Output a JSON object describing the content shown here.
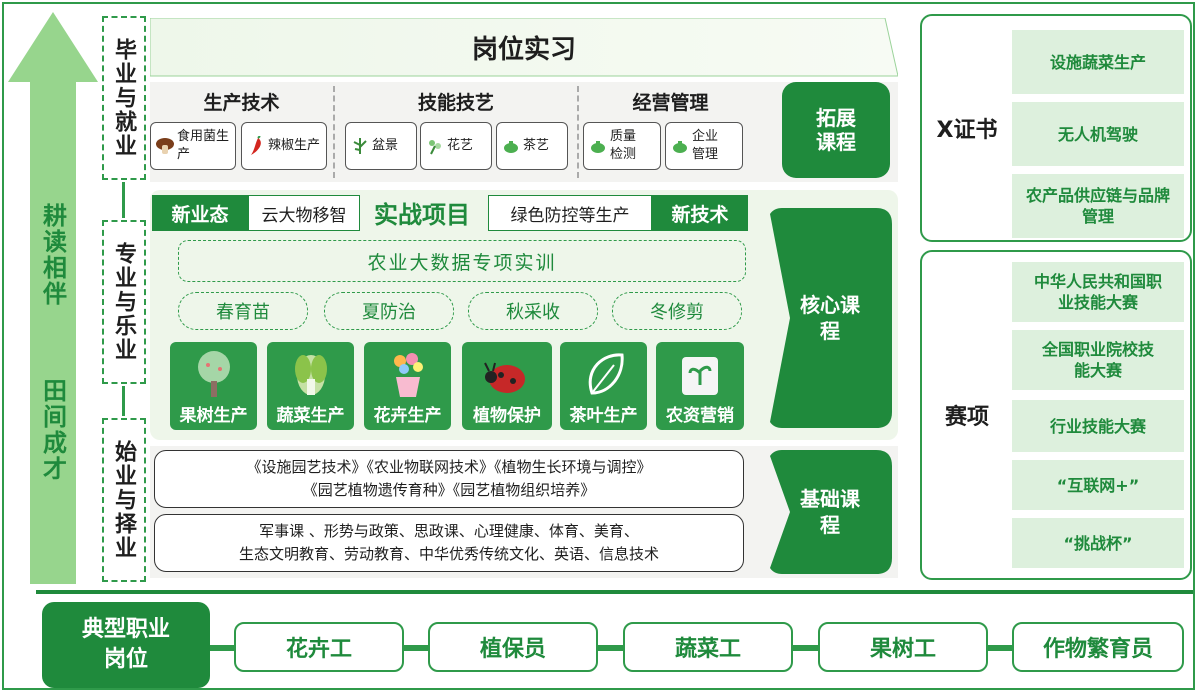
{
  "left_arrow": {
    "top_text": "耕读相伴",
    "bottom_text": "田间成才"
  },
  "stages": [
    {
      "label": "毕业与就业"
    },
    {
      "label": "专业与乐业"
    },
    {
      "label": "始业与择业"
    }
  ],
  "internship": {
    "title": "岗位实习"
  },
  "extension": {
    "categories": [
      {
        "title": "生产技术",
        "items": [
          "食用菌生产",
          "辣椒生产"
        ]
      },
      {
        "title": "技能技艺",
        "items": [
          "盆景",
          "花艺",
          "茶艺"
        ]
      },
      {
        "title": "经营管理",
        "items": [
          "质量检测",
          "企业管理"
        ]
      }
    ],
    "tab": "拓展课程"
  },
  "core": {
    "new_format_label": "新业态",
    "new_format_value": "云大物移智",
    "project_title": "实战项目",
    "new_tech_value": "绿色防控等生产",
    "new_tech_label": "新技术",
    "bigdata": "农业大数据专项实训",
    "seasons": [
      "春育苗",
      "夏防治",
      "秋采收",
      "冬修剪"
    ],
    "tiles": [
      "果树生产",
      "蔬菜生产",
      "花卉生产",
      "植物保护",
      "茶叶生产",
      "农资营销"
    ],
    "tab": "核心课程"
  },
  "basic": {
    "line1": "《设施园艺技术》《农业物联网技术》《植物生长环境与调控》",
    "line2": "《园艺植物遗传育种》《园艺植物组织培养》",
    "line3": "军事课 、形势与政策、思政课、心理健康、体育、美育、",
    "line4": "生态文明教育、劳动教育、中华优秀传统文化、英语、信息技术",
    "tab": "基础课程"
  },
  "certificate": {
    "title": "X证书",
    "items": [
      "设施蔬菜生产",
      "无人机驾驶",
      "农产品供应链与品牌管理"
    ]
  },
  "competition": {
    "title": "赛项",
    "items": [
      "中华人民共和国职业技能大赛",
      "全国职业院校技能大赛",
      "行业技能大赛",
      "“互联网+”",
      "“挑战杯”"
    ]
  },
  "jobs": {
    "title": "典型职业岗位",
    "items": [
      "花卉工",
      "植保员",
      "蔬菜工",
      "果树工",
      "作物繁育员"
    ]
  },
  "colors": {
    "primary": "#2f9a4a",
    "dark": "#1f8a3c",
    "light": "#ddf0dd",
    "panel": "#f3f3f1"
  }
}
